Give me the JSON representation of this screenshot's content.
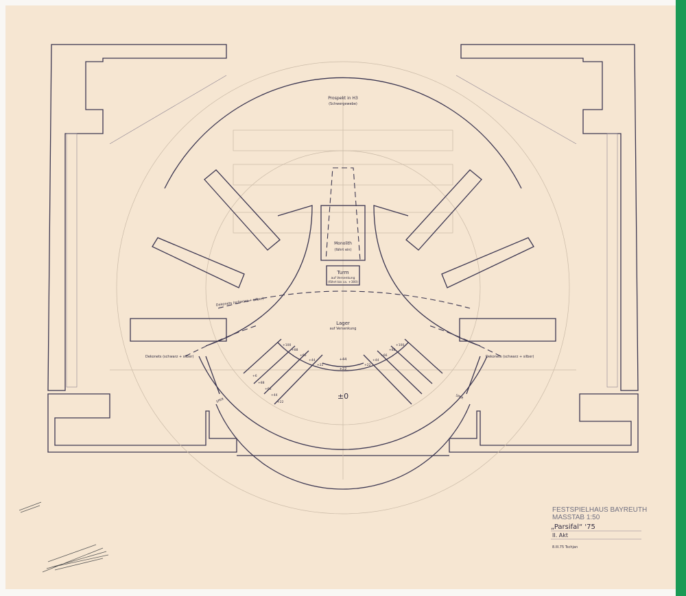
{
  "colors": {
    "paper": "#f6e6d2",
    "ink": "#3a3550",
    "edge_green": "#1a9a55"
  },
  "labels": {
    "prospekt": "Prospekt in H3",
    "prospekt_sub": "(Schwergewebe)",
    "monolith": "Monolith",
    "monolith_sub": "(fährt ein)",
    "turm": "Turm",
    "turm_sub": "auf Versenkung",
    "turm_sub2": "(fährt bis ca. +300)",
    "lager": "Lager",
    "lager_sub": "auf Versenkung",
    "dekonets_upper": "Dekonets (schwarz + silber)",
    "dekonets_left": "Dekonets (schwarz + silber)",
    "dekonets_right": "Dekonets (schwarz + silber)",
    "zero": "±0",
    "center_upper": "+44",
    "center_lower": "+22",
    "left_steps": [
      "+100",
      "+88",
      "+66",
      "+44",
      "+22"
    ],
    "right_steps": [
      "+100",
      "+88",
      "+66",
      "+44",
      "+22"
    ],
    "left_low_steps": [
      "+6",
      "+88",
      "+66",
      "+44",
      "+22"
    ],
    "sper_left": "SPER",
    "sper_right": "SPER"
  },
  "title_block": {
    "line1": "FESTSPIELHAUS BAYREUTH",
    "line2": "MASSTAB 1:50",
    "production": "„Parsifal“ '75",
    "act": "II. Akt",
    "date_sign": "8.III.75 Tschjan"
  }
}
